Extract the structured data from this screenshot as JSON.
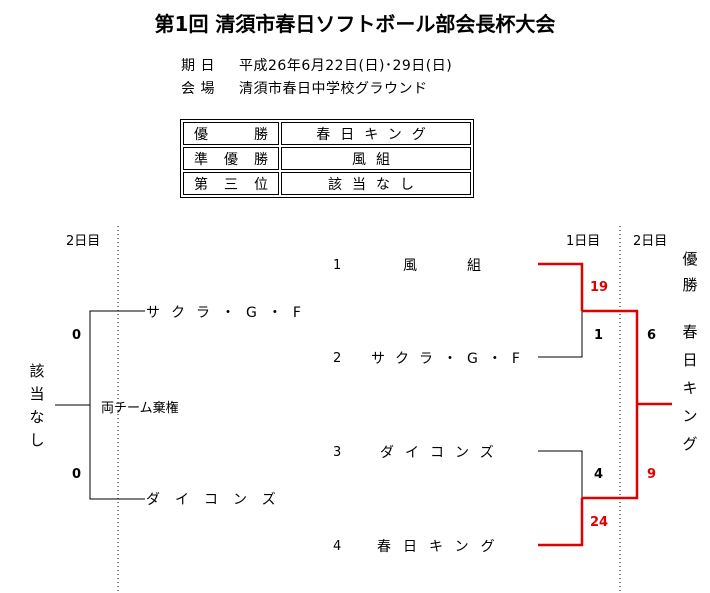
{
  "header": {
    "title": "第1回 清須市春日ソフトボール部会長杯大会",
    "date_label": "期 日",
    "date_value": "平成26年6月22日(日)･29日(日)",
    "venue_label": "会 場",
    "venue_value": "清須市春日中学校グラウンド"
  },
  "results": [
    {
      "rank": "優勝",
      "team": "春日キング"
    },
    {
      "rank": "準優勝",
      "team": "風組"
    },
    {
      "rank": "第三位",
      "team": "該当なし"
    }
  ],
  "bracket": {
    "day_labels": {
      "left_day2": "2日目",
      "right_day1": "1日目",
      "right_day2": "2日目"
    },
    "teams": [
      {
        "seed": "1",
        "name": "風　組"
      },
      {
        "seed": "2",
        "name": "サクラ・G・F"
      },
      {
        "seed": "3",
        "name": "ダイコンズ"
      },
      {
        "seed": "4",
        "name": "春日キング"
      }
    ],
    "scores": {
      "match1_seed1": "19",
      "match1_seed2": "1",
      "match2_seed3": "4",
      "match2_seed4": "24",
      "final_top": "6",
      "final_bottom": "9"
    },
    "third_place": {
      "team_top": "サクラ・G・F",
      "team_bottom": "ダイコンズ",
      "score_top": "0",
      "score_bottom": "0",
      "note": "両チーム棄権",
      "result": "該当なし"
    },
    "champion": {
      "label": "優勝",
      "team": "春日キング"
    }
  },
  "colors": {
    "winner_line": "#e00000",
    "normal_line": "#000000"
  }
}
